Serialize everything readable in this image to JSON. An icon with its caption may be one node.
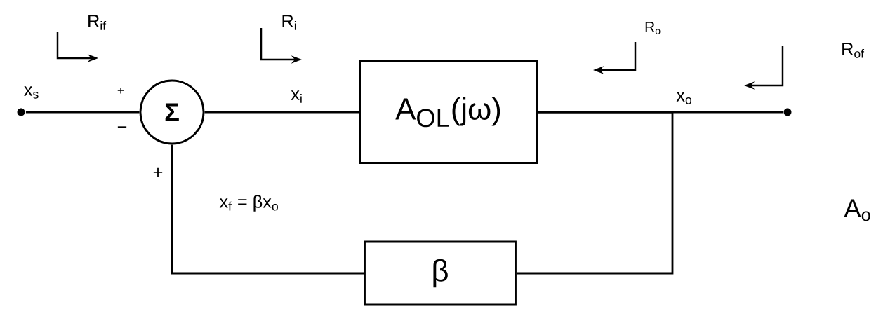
{
  "diagram": {
    "nodes": [
      {
        "text": [],
        "shape": "circle"
      },
      {
        "text": [
          "Σ"
        ]
      },
      {
        "text": [
          "A$_{OL}$(jω)"
        ]
      },
      {
        "text": [
          "β"
        ]
      },
      {
        "text": [],
        "shape": "circle"
      }
    ],
    "edges": [
      {
        "from": 0,
        "to": 1,
        "arrow": "none"
      },
      {
        "from": 1,
        "to": 2,
        "arrow": "none"
      },
      {
        "from": 2,
        "to": 4,
        "arrow": "none"
      },
      {
        "from": 2,
        "to": 3,
        "arrow": "none"
      },
      {
        "from": 3,
        "to": 1,
        "arrow": "none"
      }
    ],
    "labels": [
      "R$_{if}$",
      "R$_{i}$",
      "R$_{o}$",
      "R$_{of}$",
      "x$_{s}$",
      "+",
      "−",
      "x$_{i}$",
      "x$_{o}$",
      "+",
      "x$_{f}$ = βx$_{o}$",
      "A$_{o}$"
    ]
  }
}
